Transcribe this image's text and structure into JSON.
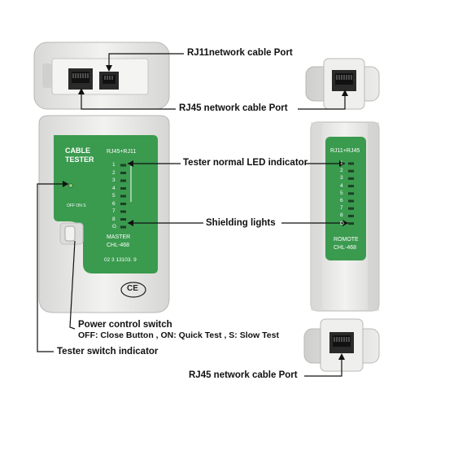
{
  "callouts": {
    "rj11_port": "RJ11network cable Port",
    "rj45_port_top": "RJ45 network cable Port",
    "led_indicator": "Tester normal LED indicator",
    "shielding_lights": "Shielding lights",
    "power_switch_title": "Power control switch",
    "power_switch_desc": "OFF: Close Button , ON: Quick Test , S: Slow Test",
    "switch_indicator": "Tester switch indicator",
    "rj45_port_bottom": "RJ45 network cable Port"
  },
  "master": {
    "title_line1": "CABLE",
    "title_line2": "TESTER",
    "header": "RJ45+RJ11",
    "led_numbers": [
      "1",
      "2",
      "3",
      "4",
      "5",
      "6",
      "7",
      "8",
      "G"
    ],
    "switch_legend": "OFF ON S",
    "model_line1": "MASTER",
    "model_line2": "CHL-468",
    "footer_code": "02  3  13103. 9",
    "ce_mark": "CE"
  },
  "remote": {
    "header": "RJ11+RJ45",
    "led_numbers": [
      "1",
      "2",
      "3",
      "4",
      "5",
      "6",
      "7",
      "8",
      "G"
    ],
    "model_line1": "ROMOTE",
    "model_line2": "CHL-468"
  },
  "colors": {
    "panel_green": "#3a9a4e",
    "body_grey": "#e6e6e4",
    "outline": "#b8b8b6",
    "text": "#111111"
  }
}
